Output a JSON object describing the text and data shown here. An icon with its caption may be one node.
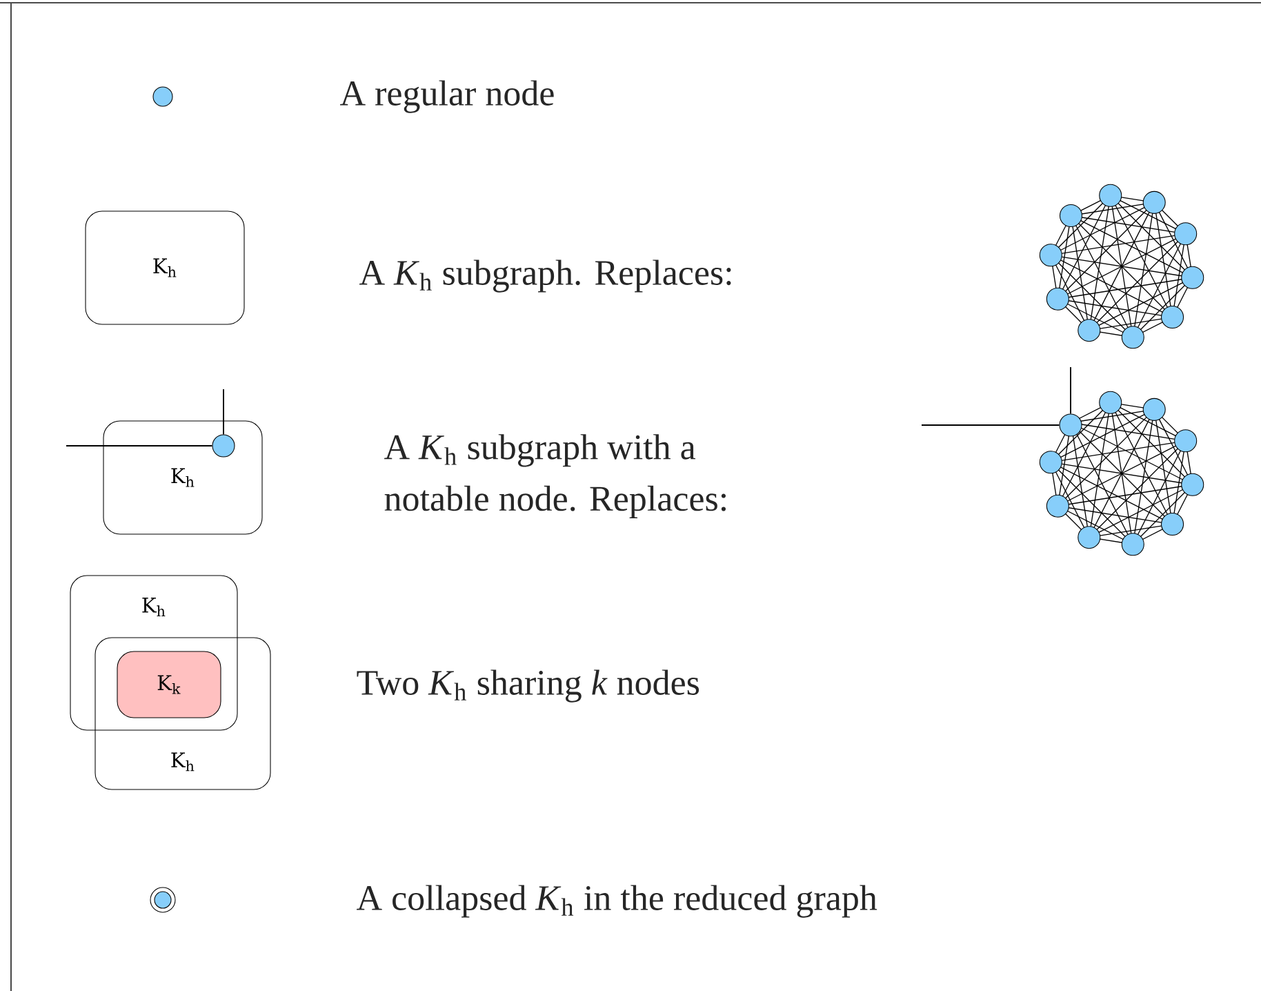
{
  "diagram": {
    "nodes": [
      {
        "text": [],
        "shape": "circle"
      },
      {
        "text": [
          "K$_{h}$"
        ]
      },
      {
        "text": [
          "K$_{h}$"
        ]
      },
      {
        "text": [],
        "shape": "circle",
        "in": 2
      },
      {
        "text": [
          "K$_{h}$"
        ]
      },
      {
        "text": [
          "K$_{h}$"
        ]
      },
      {
        "text": [
          "K$_{k}$"
        ]
      },
      {
        "text": [],
        "shape": "circle"
      },
      {
        "text": [],
        "shape": "picture"
      },
      {
        "text": [],
        "shape": "picture"
      },
      {
        "text": [],
        "shape": "circle",
        "in": 9
      }
    ],
    "edges": [
      {
        "from": null,
        "to": 3,
        "arrow": "none"
      },
      {
        "from": null,
        "to": 3,
        "arrow": "none"
      },
      {
        "from": null,
        "to": 10,
        "arrow": "none"
      },
      {
        "from": null,
        "to": 10,
        "arrow": "none"
      }
    ],
    "labels": [
      "A regular node",
      "A *K*$_{h}$ subgraph. Replaces:",
      "A *K*$_{h}$ subgraph with a notable node. Replaces:",
      "Two *K*$_{h}$ sharing *k* nodes",
      "A collapsed *K*$_{h}$ in the reduced graph"
    ]
  }
}
